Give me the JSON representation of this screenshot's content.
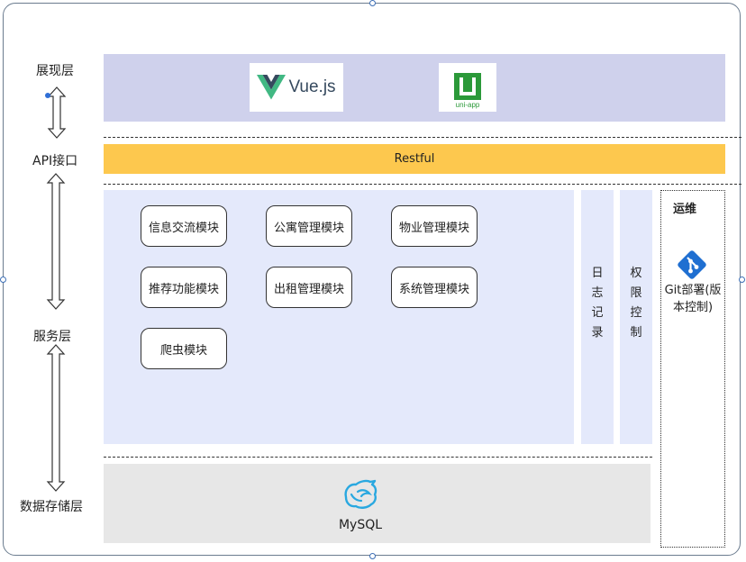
{
  "layers": {
    "presentation": "展现层",
    "api": "API接口",
    "service": "服务层",
    "storage": "数据存储层"
  },
  "presentation": {
    "vue_label": "Vue.js",
    "uniapp_label": "uni-app"
  },
  "api": {
    "restful_label": "Restful"
  },
  "service": {
    "modules": [
      "信息交流模块",
      "公寓管理模块",
      "物业管理模块",
      "推荐功能模块",
      "出租管理模块",
      "系统管理模块",
      "爬虫模块"
    ],
    "log_chars": [
      "日",
      "志",
      "记",
      "录"
    ],
    "auth_chars": [
      "权",
      "限",
      "控",
      "制"
    ]
  },
  "ops": {
    "title": "运维",
    "git_label_line1": "Git部署(版",
    "git_label_line2": "本控制)"
  },
  "storage": {
    "mysql_label": "MySQL"
  },
  "colors": {
    "presentation_bg": "#cfd1ec",
    "api_bg": "#fdc84e",
    "service_bg": "#e4e9fb",
    "storage_bg": "#e7e7e7",
    "vue_green": "#41b883",
    "vue_dark": "#35495e",
    "uniapp_green": "#2b9939",
    "git_blue": "#1f6fd1",
    "mysql_blue": "#29a8e0"
  }
}
